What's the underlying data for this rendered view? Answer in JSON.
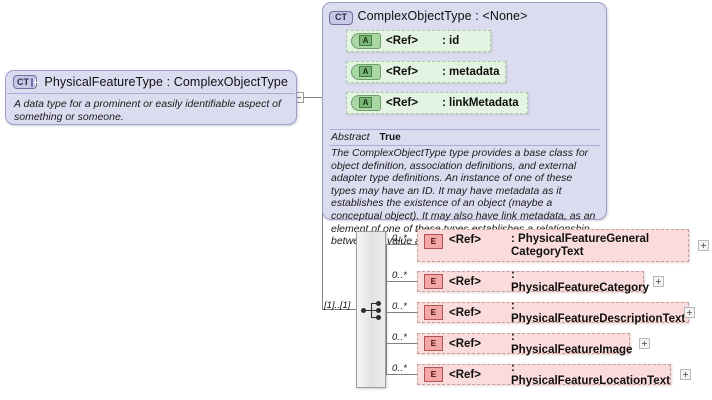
{
  "diagram": {
    "kind": "xsd-schema-diagram",
    "main_type": {
      "icon": "complex-type-icon",
      "icon_label": "CT",
      "has_expand_badge": true,
      "title": "PhysicalFeatureType : ComplexObjectType",
      "documentation": "A data type for a prominent or easily identifiable aspect of something or someone."
    },
    "base_type": {
      "icon": "complex-type-icon",
      "icon_label": "CT",
      "title": "ComplexObjectType : <None>",
      "attributes": [
        {
          "icon_label": "A",
          "ref": "<Ref>",
          "name": ": id"
        },
        {
          "icon_label": "A",
          "ref": "<Ref>",
          "name": ": metadata"
        },
        {
          "icon_label": "A",
          "ref": "<Ref>",
          "name": ": linkMetadata"
        }
      ],
      "abstract_key": "Abstract",
      "abstract_value": "True",
      "annotation": "The ComplexObjectType type provides a base class for object definition, association definitions, and external adapter type definitions. An instance of one of these types may have an ID. It may have metadata as it establishes the existence of an object (maybe a conceptual object). It may also have link metadata, as an element of one of these types establishes a relationship between its value and its context."
    },
    "sequence": {
      "name": "sequence-compositor",
      "occurrence": "[1]..[1]"
    },
    "elements": [
      {
        "occurrence": "0..*",
        "icon_label": "E",
        "ref": "<Ref>",
        "name": ": PhysicalFeatureGeneralCategoryText",
        "expandable": true
      },
      {
        "occurrence": "0..*",
        "icon_label": "E",
        "ref": "<Ref>",
        "name": ": PhysicalFeatureCategory",
        "expandable": true
      },
      {
        "occurrence": "0..*",
        "icon_label": "E",
        "ref": "<Ref>",
        "name": ": PhysicalFeatureDescriptionText",
        "expandable": true
      },
      {
        "occurrence": "0..*",
        "icon_label": "E",
        "ref": "<Ref>",
        "name": ": PhysicalFeatureImage",
        "expandable": true
      },
      {
        "occurrence": "0..*",
        "icon_label": "E",
        "ref": "<Ref>",
        "name": ": PhysicalFeatureLocationText",
        "expandable": true
      }
    ],
    "colors": {
      "type_box_fill": "#dcdcf0",
      "type_box_border": "#9b9ec9",
      "attribute_fill": "#e4f4e2",
      "attribute_border": "#a8c9a6",
      "element_fill": "#fbdcdc",
      "element_border": "#cf9a9a",
      "connector": "#808080"
    }
  }
}
